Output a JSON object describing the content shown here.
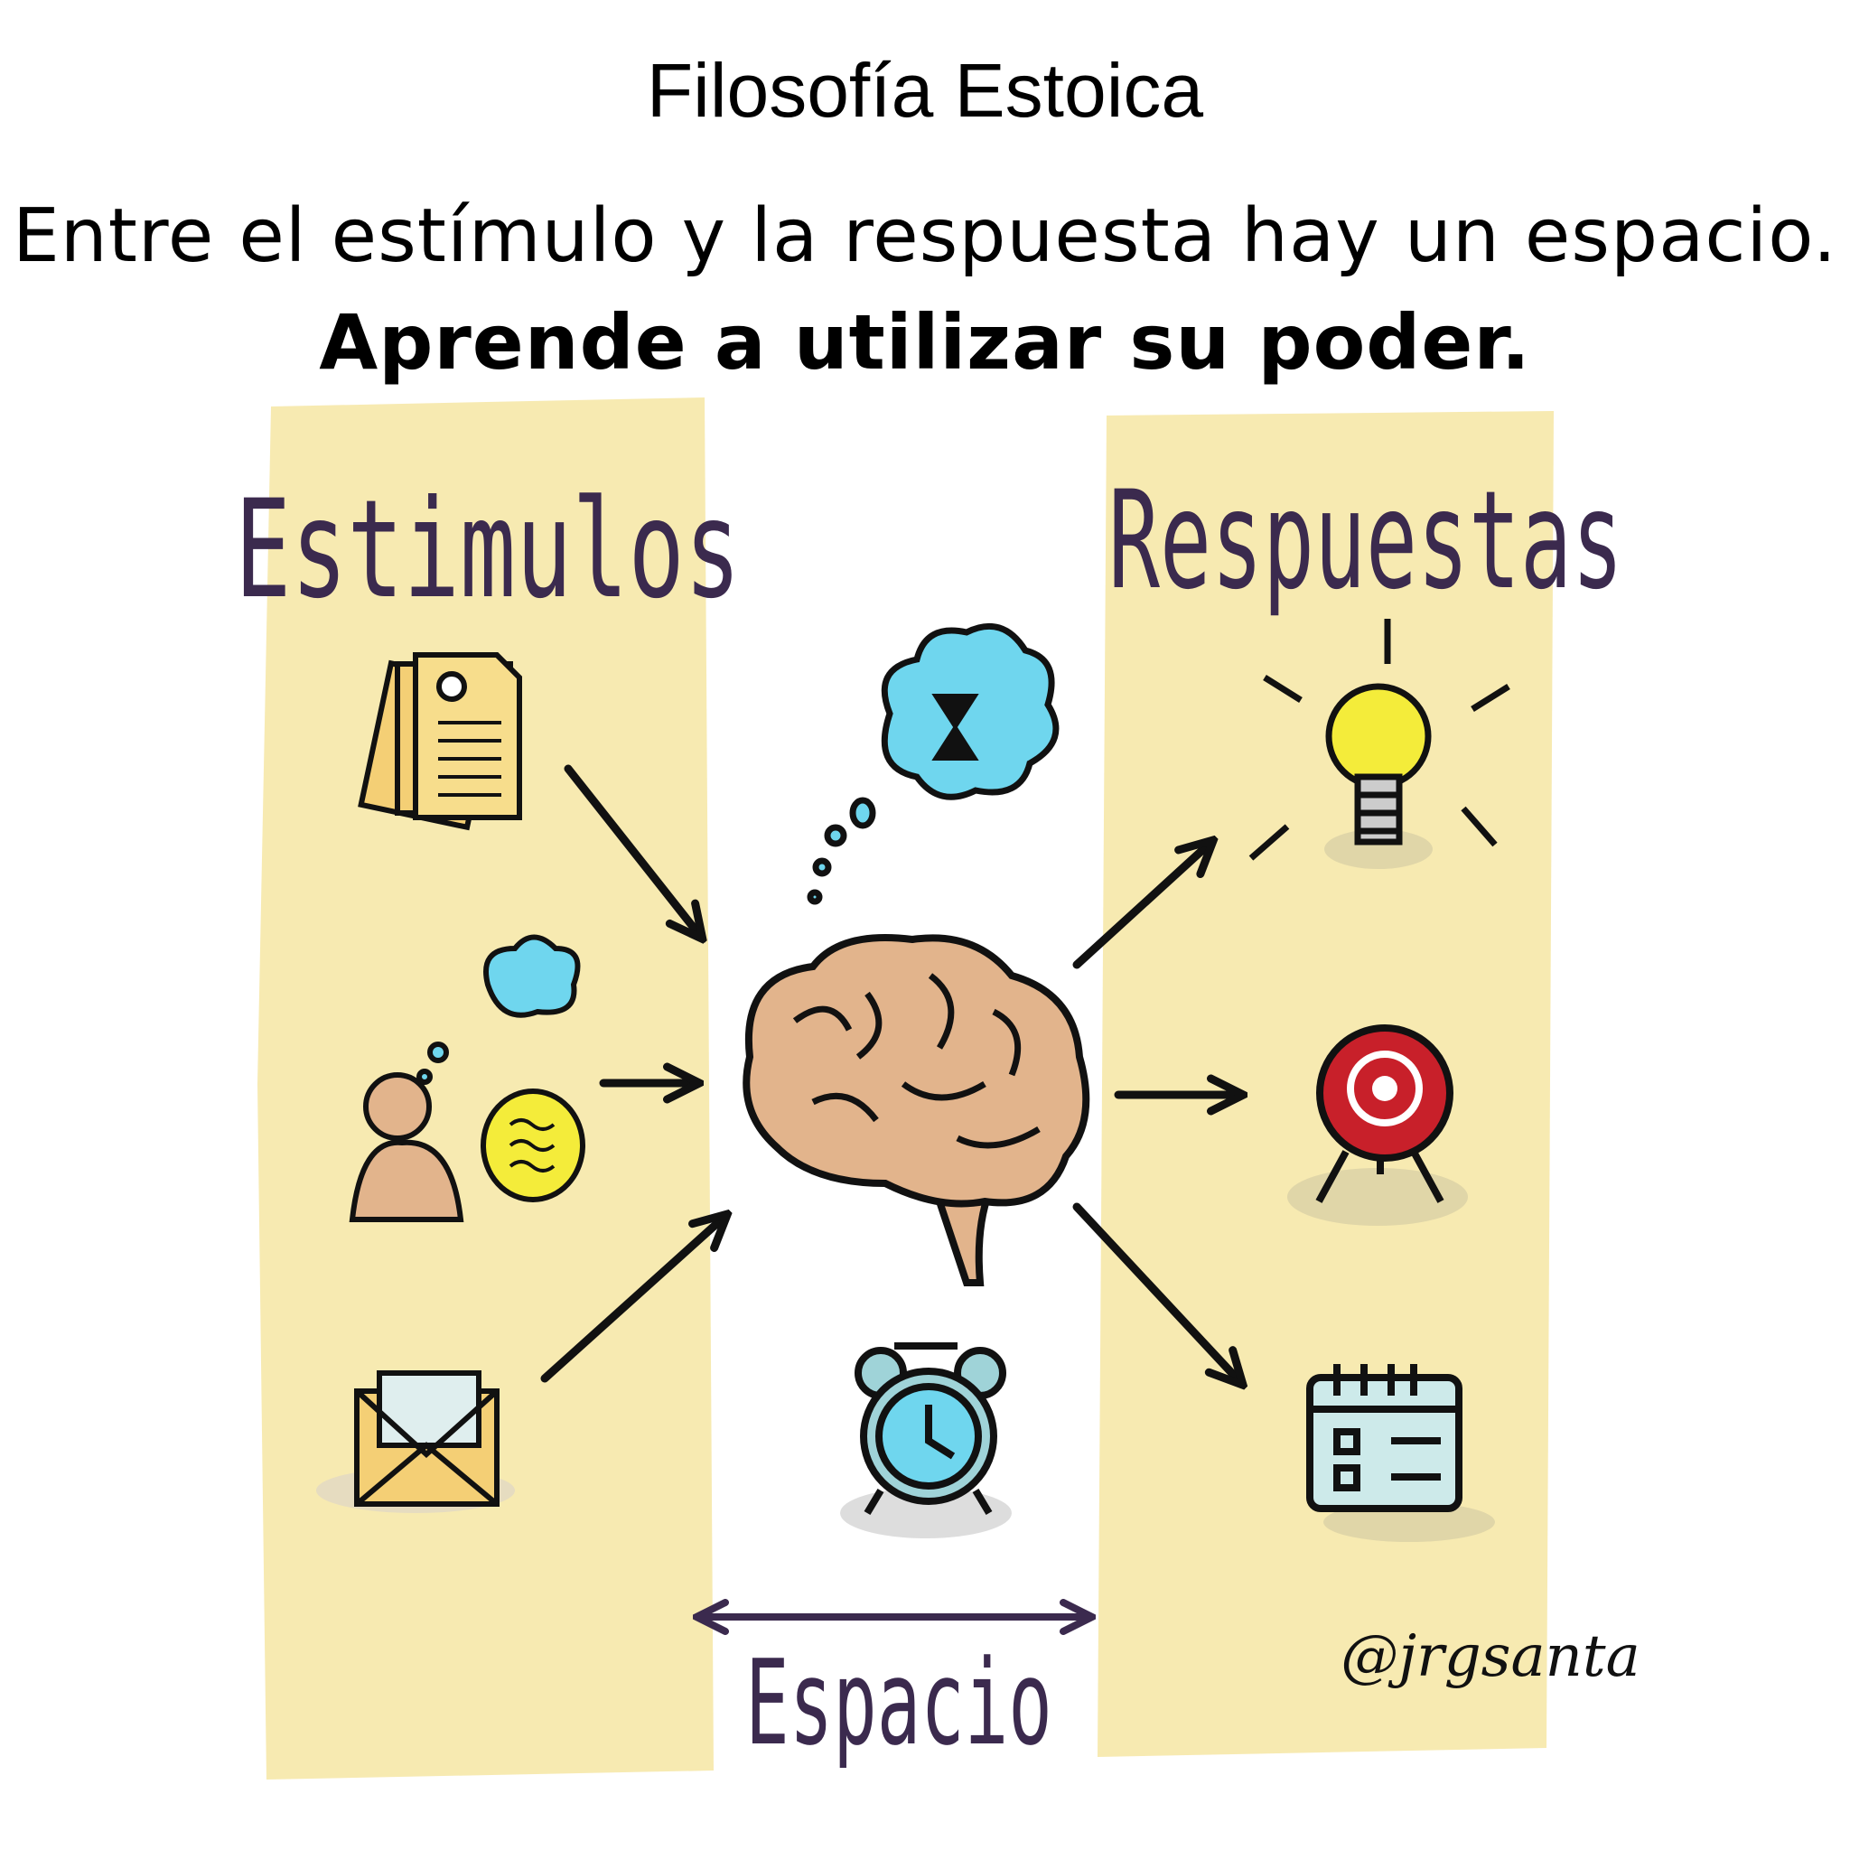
{
  "title": "Filosofía Estoica",
  "quote": "Entre el estímulo y la respuesta hay un espacio.",
  "call_to_action": "Aprende a utilizar su poder.",
  "labels": {
    "stimuli": "Estimulos",
    "responses": "Respuestas",
    "space": "Espacio"
  },
  "signature": "@jrgsanta",
  "colors": {
    "band": "#f6e8a8",
    "ink": "#3b2a4e",
    "brain": "#e2b48c",
    "cloud": "#6fd6ee",
    "target": "#c8202a",
    "bulb": "#f4ec3a"
  }
}
